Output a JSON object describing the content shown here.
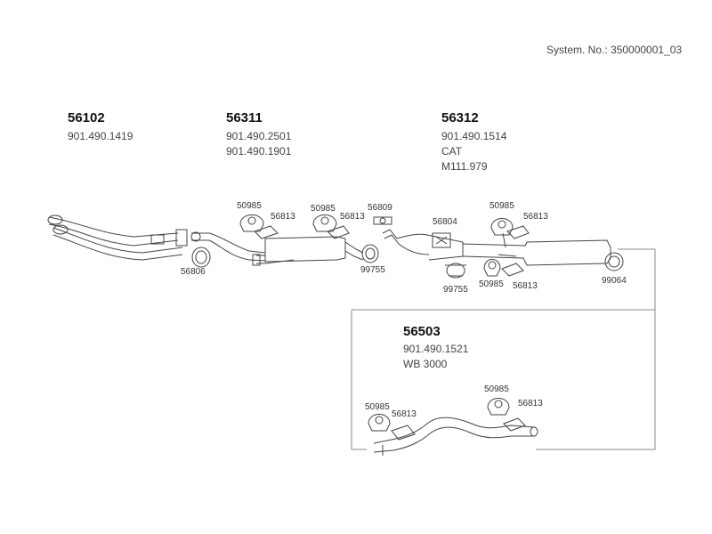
{
  "system_no": "System. No.: 350000001_03",
  "groups": [
    {
      "part": "56102",
      "lines": [
        "901.490.1419"
      ]
    },
    {
      "part": "56311",
      "lines": [
        "901.490.2501",
        "901.490.1901"
      ]
    },
    {
      "part": "56312",
      "lines": [
        "901.490.1514",
        "CAT",
        "M111.979"
      ]
    },
    {
      "part": "56503",
      "lines": [
        "901.490.1521",
        "WB 3000"
      ]
    }
  ],
  "labels": {
    "l56806": "56806",
    "l50985a": "50985",
    "l56813a": "56813",
    "l50985b": "50985",
    "l56813b": "56813",
    "l56809": "56809",
    "l99755a": "99755",
    "l56804": "56804",
    "l99755b": "99755",
    "l50985c": "50985",
    "l56813c": "56813",
    "l50985d": "50985",
    "l56813d": "56813",
    "l99064": "99064",
    "l50985e": "50985",
    "l56813e": "56813",
    "l50985f": "50985",
    "l56813f": "56813"
  }
}
